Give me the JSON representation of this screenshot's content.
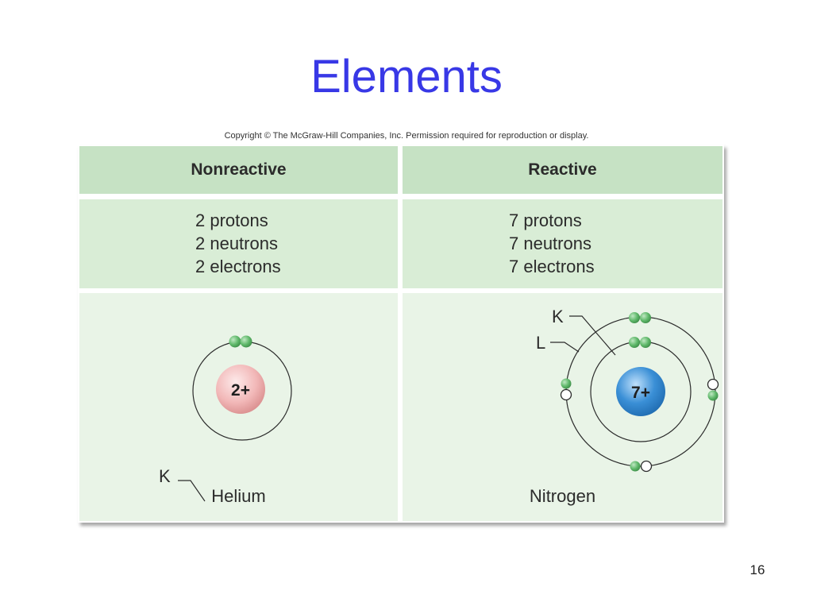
{
  "slide": {
    "title": "Elements",
    "copyright": "Copyright © The McGraw-Hill Companies, Inc. Permission required for reproduction or display.",
    "page_number": "16"
  },
  "table": {
    "columns": [
      {
        "header": "Nonreactive",
        "counts": [
          "2 protons",
          "2 neutrons",
          "2 electrons"
        ],
        "element": "Helium",
        "nucleus_label": "2+",
        "shell_labels": [
          "K"
        ]
      },
      {
        "header": "Reactive",
        "counts": [
          "7 protons",
          "7 neutrons",
          "7 electrons"
        ],
        "element": "Nitrogen",
        "nucleus_label": "7+",
        "shell_labels": [
          "K",
          "L"
        ]
      }
    ]
  },
  "colors": {
    "title": "#3838e6",
    "header_bg": "#c6e2c4",
    "counts_bg": "#d9edd6",
    "diagram_bg": "#e9f4e7",
    "electron": "#5fb86a",
    "helium_nucleus": "#f2b8b8",
    "nitrogen_nucleus": "#3a8fd6"
  }
}
